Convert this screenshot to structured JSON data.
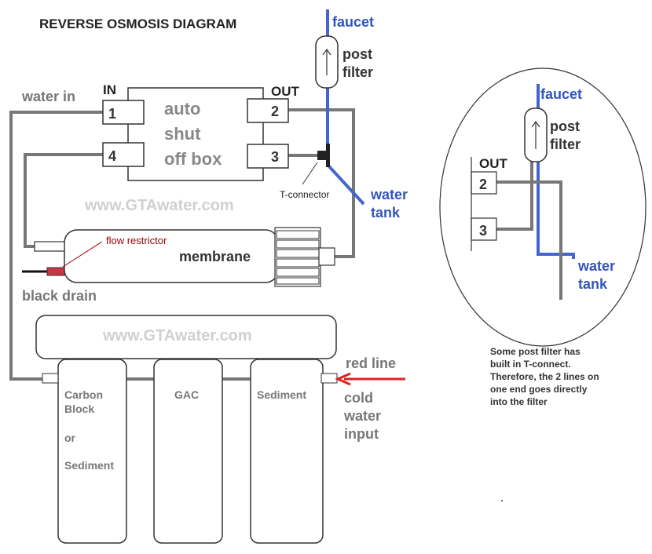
{
  "title": "REVERSE OSMOSIS DIAGRAM",
  "watermark": "www.GTAwater.com",
  "colors": {
    "gray_line": "#777777",
    "blue_line": "#4466cc",
    "blue_text": "#3355bb",
    "red_line": "#dd2222",
    "dark_red": "#990000",
    "watermark": "#d0d0d0"
  },
  "left": {
    "water_in": "water in",
    "in_label": "IN",
    "out_label": "OUT",
    "box_label_1": "auto",
    "box_label_2": "shut",
    "box_label_3": "off box",
    "port_1": "1",
    "port_2": "2",
    "port_3": "3",
    "port_4": "4",
    "faucet": "faucet",
    "post_filter_1": "post",
    "post_filter_2": "filter",
    "water_tank_1": "water",
    "water_tank_2": "tank",
    "t_connector": "T-connector",
    "flow_restrictor": "flow restrictor",
    "membrane": "membrane",
    "black_drain": "black drain",
    "red_line": "red line",
    "cold_1": "cold",
    "cold_2": "water",
    "cold_3": "input",
    "filter_1_a": "Carbon",
    "filter_1_b": "Block",
    "filter_1_c": "or",
    "filter_1_d": "Sediment",
    "filter_2": "GAC",
    "filter_3": "Sediment"
  },
  "right": {
    "faucet": "faucet",
    "post_filter_1": "post",
    "post_filter_2": "filter",
    "out_label": "OUT",
    "port_2": "2",
    "port_3": "3",
    "water_tank_1": "water",
    "water_tank_2": "tank"
  },
  "note": {
    "line_1": "Some post filter has",
    "line_2": "built in T-connect.",
    "line_3": "Therefore, the 2 lines on",
    "line_4": "one end goes directly",
    "line_5": "into the filter"
  }
}
